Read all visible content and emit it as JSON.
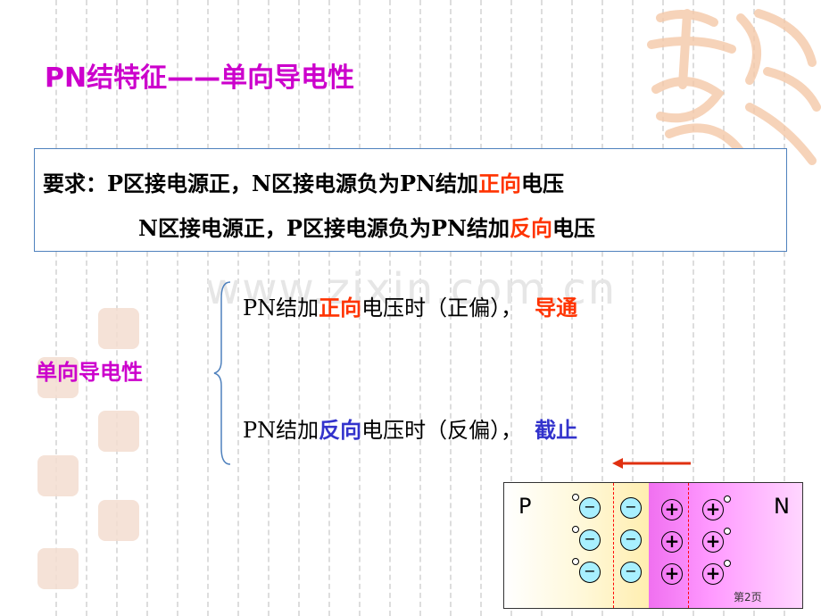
{
  "title": "PN结特征——单向导电性",
  "requirements": {
    "label": "要求：",
    "line1": {
      "a": "P区接电源正，N区接电源负为PN结加",
      "b": "正向",
      "c": "电压"
    },
    "line2": {
      "a": "N区接电源正，P区接电源负为PN结加",
      "b": "反向",
      "c": "电压"
    }
  },
  "brace_label": "单向导电性",
  "forward": {
    "a": "PN结加",
    "b": "正向",
    "c": "电压时（正偏），",
    "result": "导通"
  },
  "reverse": {
    "a": "PN结加",
    "b": "反向",
    "c": "电压时（反偏），",
    "result": "截止"
  },
  "watermark": "www.zixin.com.cn",
  "diagram": {
    "p_label": "P",
    "n_label": "N",
    "neg_symbol": "−",
    "pos_symbol": "+"
  },
  "page_number": "第2页",
  "colors": {
    "title": "#cc00cc",
    "accent_red": "#ff3300",
    "accent_blue": "#3333cc"
  }
}
